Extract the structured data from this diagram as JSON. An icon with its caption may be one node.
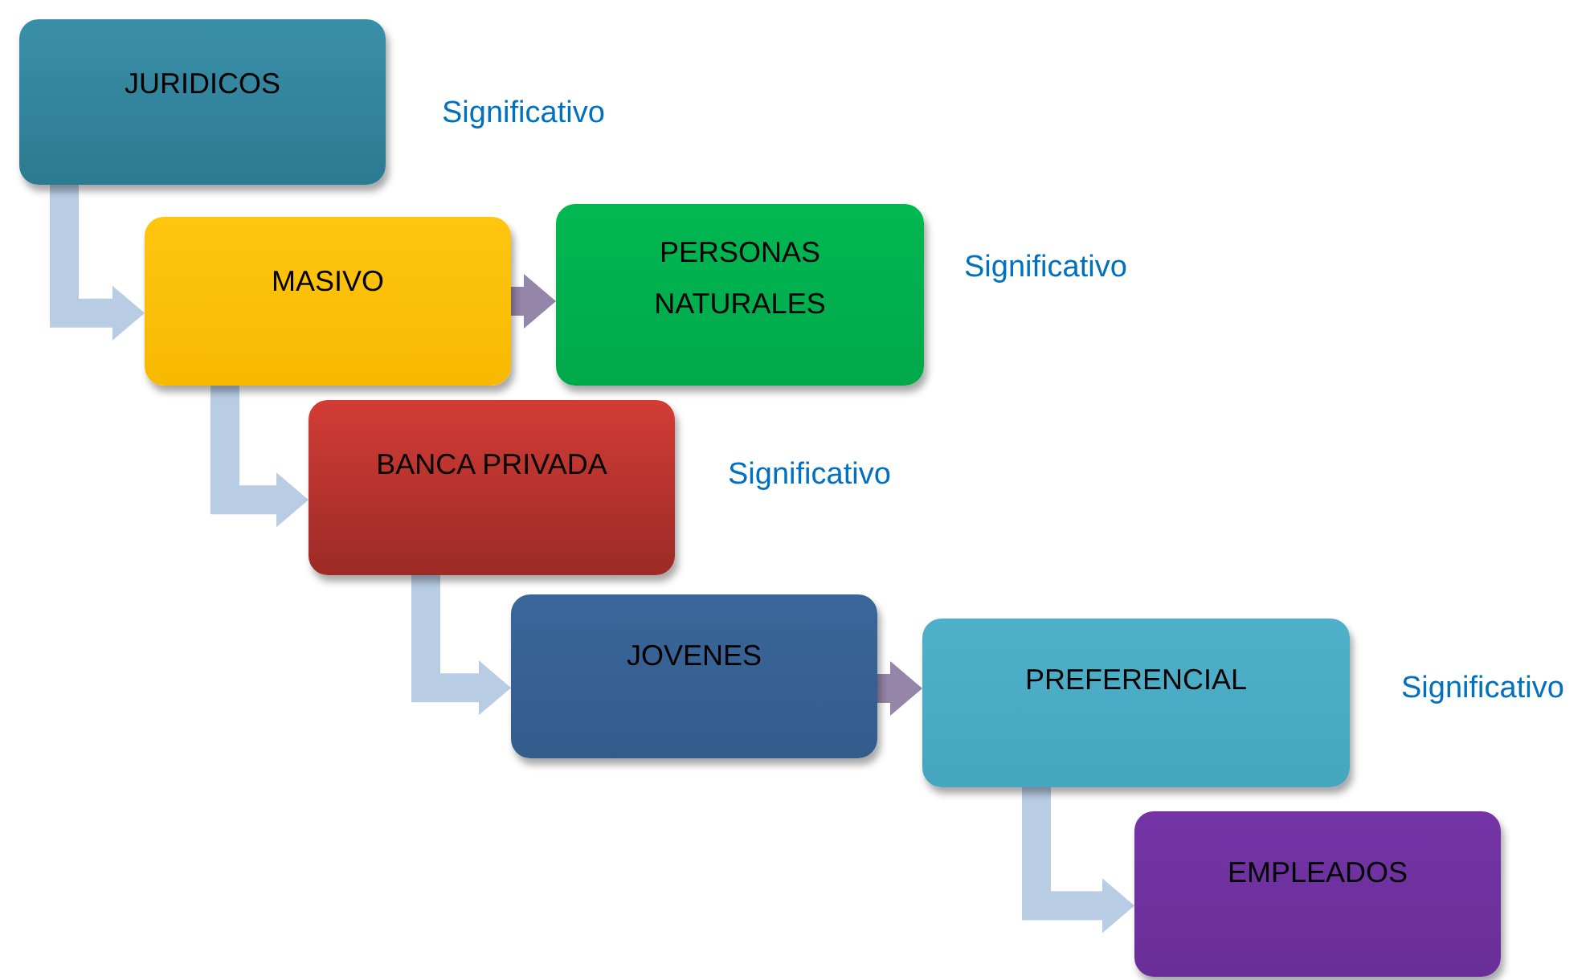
{
  "diagram": {
    "nodes": [
      {
        "text": [
          "JURIDICOS"
        ],
        "beside": [
          "Significativo"
        ]
      },
      {
        "text": [
          "MASIVO"
        ]
      },
      {
        "text": [
          "PERSONAS NATURALES"
        ],
        "beside": [
          "Significativo"
        ]
      },
      {
        "text": [
          "BANCA PRIVADA"
        ],
        "beside": [
          "Significativo"
        ]
      },
      {
        "text": [
          "JOVENES"
        ]
      },
      {
        "text": [
          "PREFERENCIAL"
        ],
        "beside": [
          "Significativo"
        ]
      },
      {
        "text": [
          "EMPLEADOS"
        ]
      }
    ],
    "edges": [
      {
        "from": 0,
        "to": 1,
        "arrow": "to"
      },
      {
        "from": 1,
        "to": 2,
        "arrow": "to",
        "color": "#9585a8"
      },
      {
        "from": 1,
        "to": 3,
        "arrow": "to"
      },
      {
        "from": 3,
        "to": 4,
        "arrow": "to"
      },
      {
        "from": 4,
        "to": 5,
        "arrow": "to",
        "color": "#9585a8"
      },
      {
        "from": 5,
        "to": 6,
        "arrow": "to"
      }
    ]
  }
}
